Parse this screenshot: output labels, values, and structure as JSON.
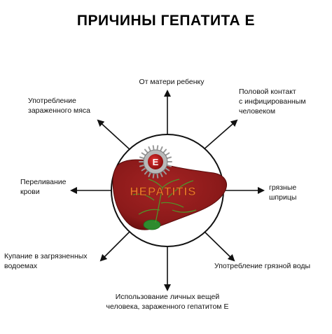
{
  "title": "ПРИЧИНЫ ГЕПАТИТА Е",
  "center": {
    "virus_letter": "E",
    "organ_text": "HEPATITIS"
  },
  "causes": [
    {
      "id": "mother",
      "lines": [
        "От матери ребенку"
      ]
    },
    {
      "id": "sexual",
      "lines": [
        "Половой контакт",
        "с инфицированным",
        "человеком"
      ]
    },
    {
      "id": "syringes",
      "lines": [
        "грязные",
        "шприцы"
      ]
    },
    {
      "id": "water",
      "lines": [
        "Употребление грязной воды"
      ]
    },
    {
      "id": "items",
      "lines": [
        "Использование личных вещей",
        "человека, зараженного гепатитом Е"
      ]
    },
    {
      "id": "bathing",
      "lines": [
        "Купание в загрязненных",
        "водоемах"
      ]
    },
    {
      "id": "transfusion",
      "lines": [
        "Переливание",
        "крови"
      ]
    },
    {
      "id": "meat",
      "lines": [
        "Употребление",
        "зараженного мяса"
      ]
    }
  ],
  "colors": {
    "liver": "#8b1a1a",
    "liver_dark": "#6a0f0f",
    "gallbladder": "#2e8b2e",
    "veins": "#4c9a2a",
    "virus": "#9a9a9a",
    "virus_core": "#c01818",
    "organ_text": "#e8742a"
  }
}
